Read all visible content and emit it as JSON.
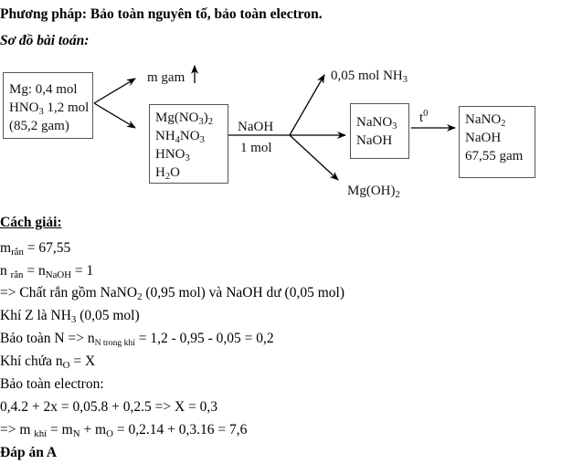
{
  "header": {
    "method_title": "Phương pháp: Bảo toàn nguyên tố, bảo toàn electron.",
    "diagram_title": "Sơ đồ bài toán:"
  },
  "diagram": {
    "box_start": {
      "lines": [
        {
          "text": "Mg: 0,4 mol"
        },
        {
          "pre": "HNO",
          "sub": "3",
          "post": " 1,2 mol"
        },
        {
          "text": "(85,2 gam)"
        }
      ]
    },
    "up_label": "m gam",
    "box_solution": {
      "lines": [
        {
          "pre": "Mg(NO",
          "sub": "3",
          "mid": ")",
          "sub2": "2"
        },
        {
          "pre": "NH",
          "sub": "4",
          "mid": "NO",
          "sub2": "3"
        },
        {
          "pre": "HNO",
          "sub": "3"
        },
        {
          "pre": "H",
          "sub": "2",
          "mid": "O"
        }
      ]
    },
    "reagent_top": "NaOH",
    "reagent_bottom": "1 mol",
    "gas_label": {
      "pre": "0,05 mol NH",
      "sub": "3"
    },
    "precipitate_label": {
      "pre": "Mg(OH)",
      "sub": "2"
    },
    "box_filtrate": {
      "lines": [
        {
          "pre": "NaNO",
          "sub": "3"
        },
        {
          "text": "NaOH"
        }
      ]
    },
    "heat_label": {
      "pre": "t",
      "sup": "0"
    },
    "box_final": {
      "lines": [
        {
          "pre": "NaNO",
          "sub": "2"
        },
        {
          "text": "NaOH"
        },
        {
          "text": "67,55 gam"
        }
      ]
    }
  },
  "solution": {
    "heading": "Cách giải:",
    "l1": {
      "a": "m",
      "a_sub": "rắn",
      "b": " = 67,55"
    },
    "l2": {
      "a": "n ",
      "a_sub": "rắn",
      "b": " = n",
      "b_sub": "NaOH",
      "c": " = 1"
    },
    "l3": {
      "a": "=> Chất rắn gồm NaNO",
      "a_sub": "2",
      "b": " (0,95 mol) và NaOH dư (0,05 mol)"
    },
    "l4": {
      "a": "Khí Z là NH",
      "a_sub": "3",
      "b": " (0,05 mol)"
    },
    "l5": {
      "a": "Bảo toàn N => n",
      "a_sub": "N trong khí",
      "b": " = 1,2 - 0,95 - 0,05 = 0,2"
    },
    "l6": {
      "a": "Khí chứa n",
      "a_sub": "O",
      "b": " = X"
    },
    "l7": "Bảo toàn electron:",
    "l8": "0,4.2 + 2x = 0,05.8 + 0,2.5 => X = 0,3",
    "l9": {
      "a": "=> m ",
      "a_sub": "khí",
      "b": " = m",
      "b_sub": "N",
      "c": " + m",
      "c_sub": "O",
      "d": " = 0,2.14 + 0,3.16 = 7,6"
    },
    "answer": "Đáp án A"
  }
}
